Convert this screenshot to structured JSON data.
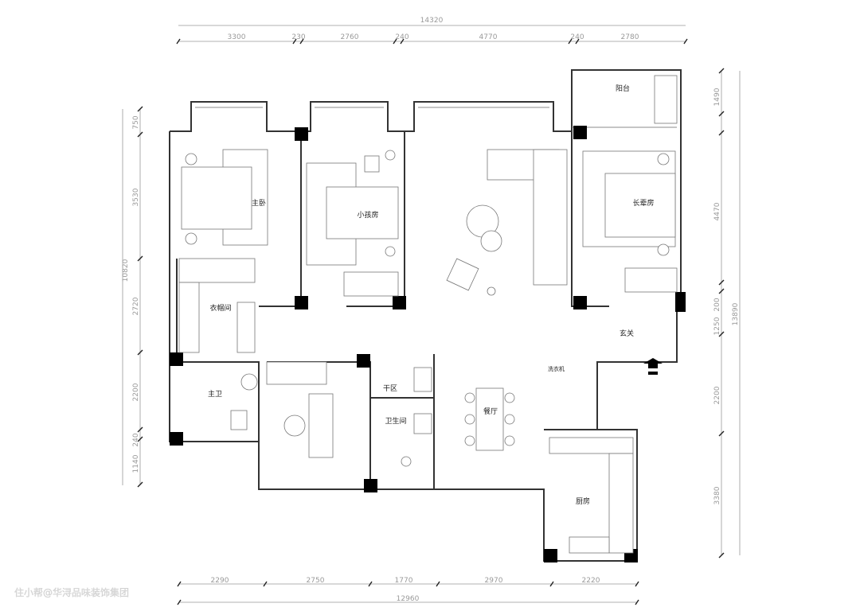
{
  "rooms": {
    "master_bedroom": "主卧",
    "kids_room": "小孩房",
    "elder_room": "长辈房",
    "balcony": "阳台",
    "closet": "衣帽间",
    "foyer": "玄关",
    "master_bath": "主卫",
    "dry_area": "干区",
    "bathroom": "卫生间",
    "dining": "餐厅",
    "kitchen": "厨房",
    "appliance": "洗衣机"
  },
  "dimensions": {
    "top_total": "14320",
    "top": [
      "3300",
      "230",
      "2760",
      "240",
      "4770",
      "240",
      "2780"
    ],
    "left_total": "10820",
    "left": [
      "750",
      "3530",
      "2720",
      "2200",
      "240",
      "1140"
    ],
    "right_total": "13890",
    "right": [
      "1490",
      "4470",
      "200",
      "1250",
      "2200",
      "3380"
    ],
    "bottom_total": "12960",
    "bottom": [
      "2290",
      "2750",
      "1770",
      "2970",
      "2220"
    ]
  },
  "watermark": "住小帮@华浔品味装饰集团"
}
